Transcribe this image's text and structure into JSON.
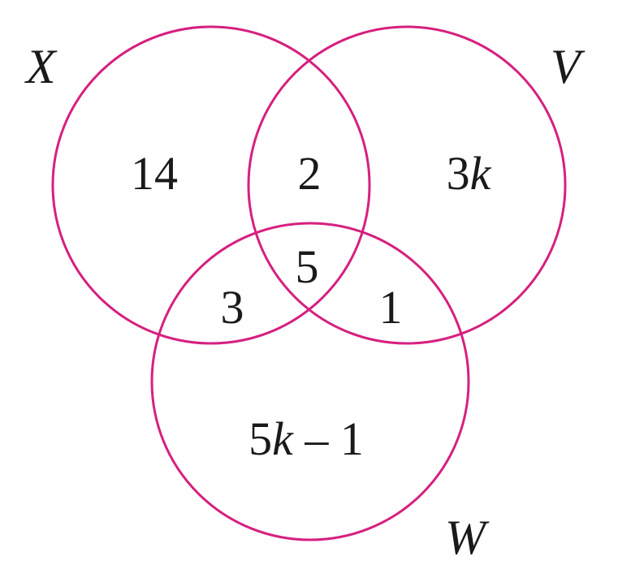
{
  "colors": {
    "circle_stroke": "#d6207f",
    "text": "#1a1a1a",
    "background": "#ffffff"
  },
  "sets": {
    "X": "X",
    "V": "V",
    "W": "W"
  },
  "regions": {
    "x_only": "14",
    "x_v_only": "2",
    "v_only": {
      "coef": "3",
      "var": "k"
    },
    "x_v_w": "5",
    "x_w_only": "3",
    "v_w_only": "1",
    "w_only": {
      "coef": "5",
      "var": "k",
      "rest": " – 1"
    }
  }
}
